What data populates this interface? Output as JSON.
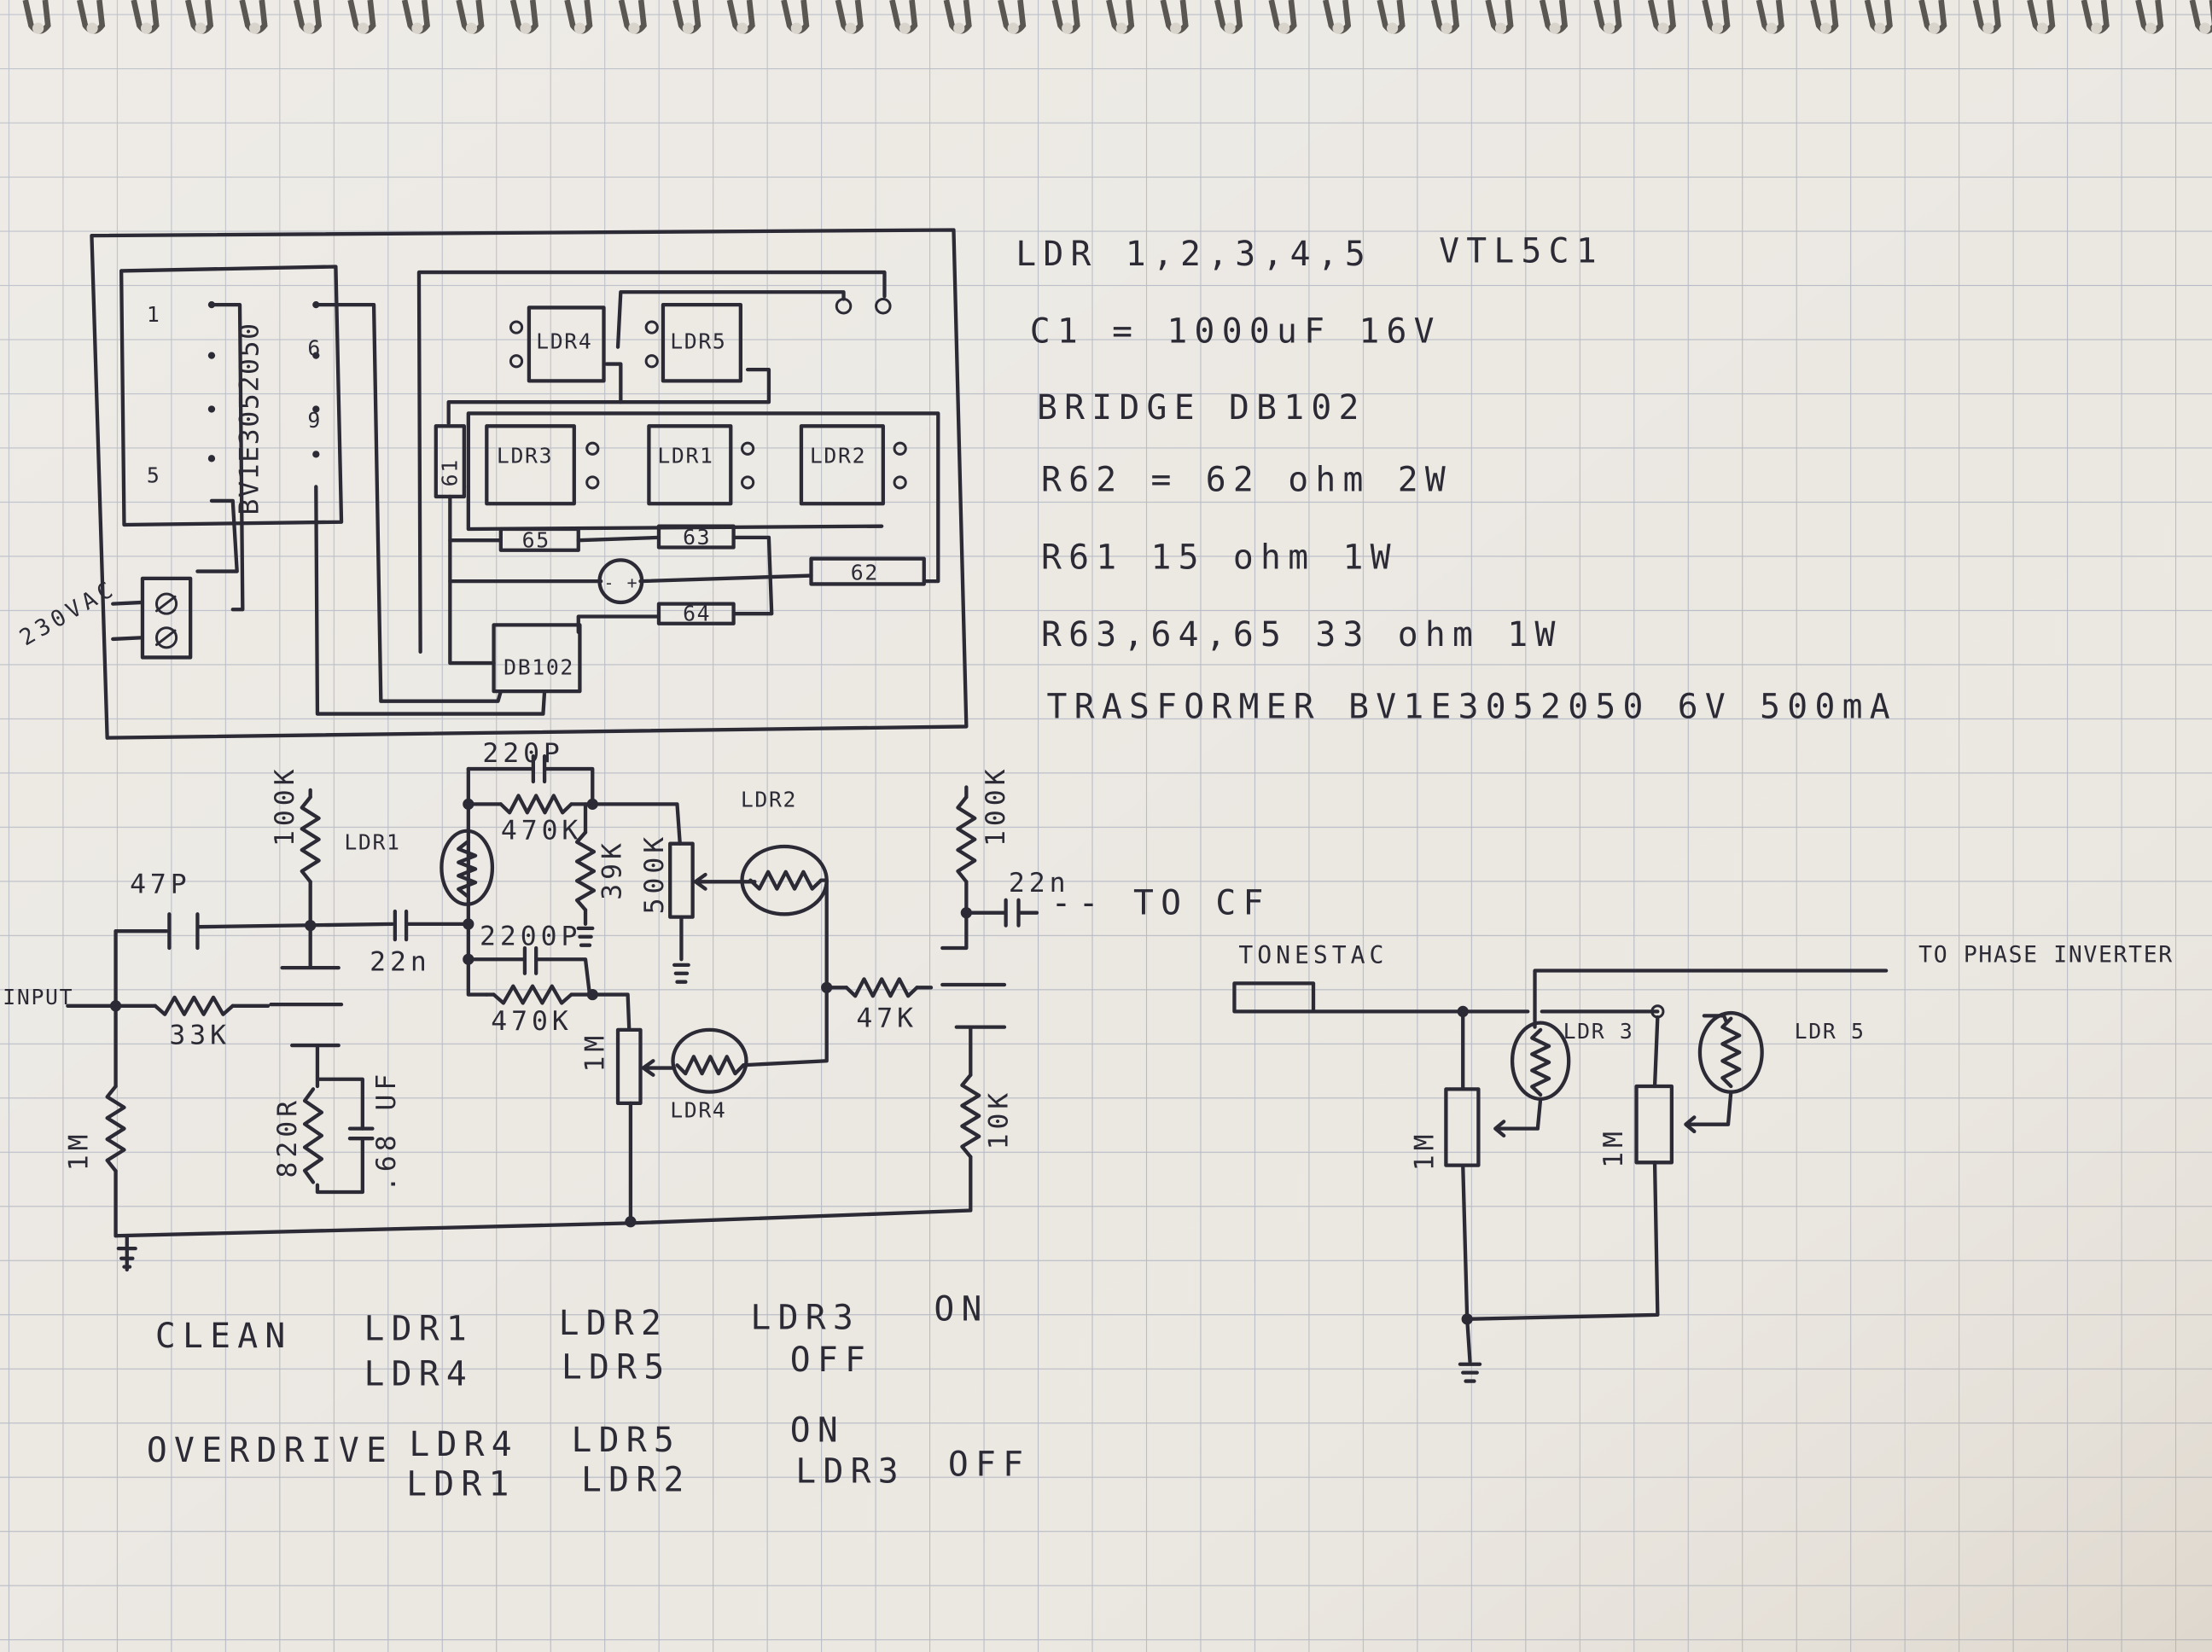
{
  "colors": {
    "paper": "#ebe8e2",
    "grid": "#b5b9c3",
    "ink": "#2b2a35"
  },
  "notes": {
    "ldr_list": "LDR 1,2,3,4,5",
    "ldr_part": "VTL5C1",
    "c1": "C1 = 1000uF  16V",
    "bridge": "BRIDGE  DB102",
    "r62": "R62 = 62 ohm  2W",
    "r61": "R61  15 ohm  1W",
    "r63_65": "R63,64,65  33 ohm  1W",
    "transformer": "TRASFORMER  BV1E3052050  6V 500mA"
  },
  "board": {
    "transformer": "BV1E3052050",
    "pin_1": "1",
    "pin_5": "5",
    "pin_6": "6",
    "pin_9": "9",
    "mains": "230VAC",
    "ldr4": "LDR4",
    "ldr5": "LDR5",
    "ldr3": "LDR3",
    "ldr1": "LDR1",
    "ldr2": "LDR2",
    "r61": "61",
    "r65": "65",
    "r63": "63",
    "r62": "62",
    "r64": "64",
    "bridge": "DB102",
    "cap_polarity": "- +"
  },
  "schematic": {
    "input": "INPUT",
    "c_47p": "47P",
    "r_100k_a": "100K",
    "c_22n_a": "22n",
    "r_33k": "33K",
    "r_1m_a": "1M",
    "r_820r": "820R",
    "c_68uf": ".68 UF",
    "ldr1": "LDR1",
    "c_220p": "220P",
    "r_470k_a": "470K",
    "r_39k": "39K",
    "pot_500k": "500K",
    "ldr2": "LDR2",
    "c_2200p": "2200P",
    "r_470k_b": "470K",
    "pot_1m": "1M",
    "ldr4": "LDR4",
    "r_47k": "47K",
    "r_100k_b": "100K",
    "c_22n_b": "22n",
    "to_cf": "-- TO CF",
    "r_10k": "10K",
    "tonestac": "TONESTAC",
    "to_phase_inverter": "TO PHASE INVERTER",
    "ldr3": "LDR 3",
    "ldr5": "LDR 5",
    "pot_1m_b": "1M",
    "pot_1m_c": "1M"
  },
  "modes": {
    "clean": {
      "label": "CLEAN",
      "on": [
        "LDR1",
        "LDR2",
        "LDR3"
      ],
      "on_state": "ON",
      "off": [
        "LDR4",
        "LDR5"
      ],
      "off_state": "OFF"
    },
    "overdrive": {
      "label": "OVERDRIVE",
      "on": [
        "LDR4",
        "LDR5"
      ],
      "on_state": "ON",
      "off": [
        "LDR1",
        "LDR2",
        "LDR3"
      ],
      "off_state": "OFF"
    }
  }
}
